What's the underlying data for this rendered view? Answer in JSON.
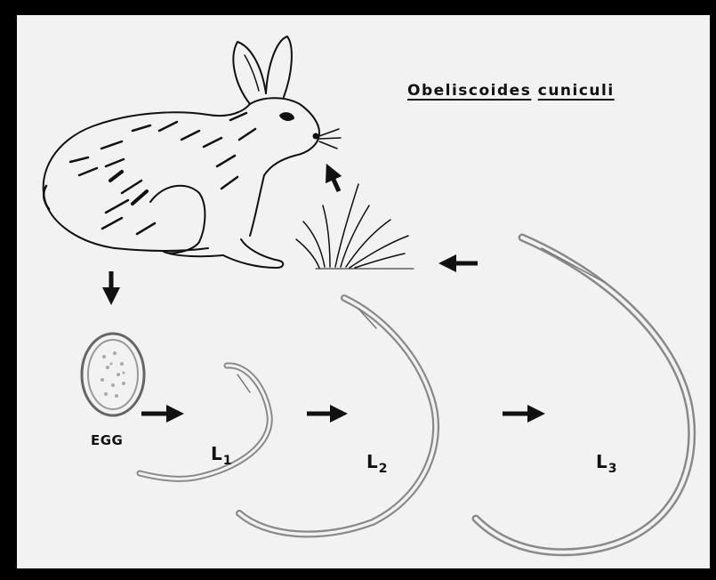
{
  "title": {
    "genus": "Obeliscoides",
    "species": "cuniculi"
  },
  "stages": {
    "egg": "EGG",
    "l1_letter": "L",
    "l1_num": "1",
    "l2_letter": "L",
    "l2_num": "2",
    "l3_letter": "L",
    "l3_num": "3"
  },
  "colors": {
    "frame": "#000000",
    "background": "#f2f2f2",
    "ink": "#111111",
    "larva_outline": "#8a8a8a"
  },
  "icons": [
    "rabbit-illustration",
    "grass-illustration",
    "egg-illustration",
    "larva-l1-illustration",
    "larva-l2-illustration",
    "larva-l3-illustration",
    "arrow-icon"
  ]
}
